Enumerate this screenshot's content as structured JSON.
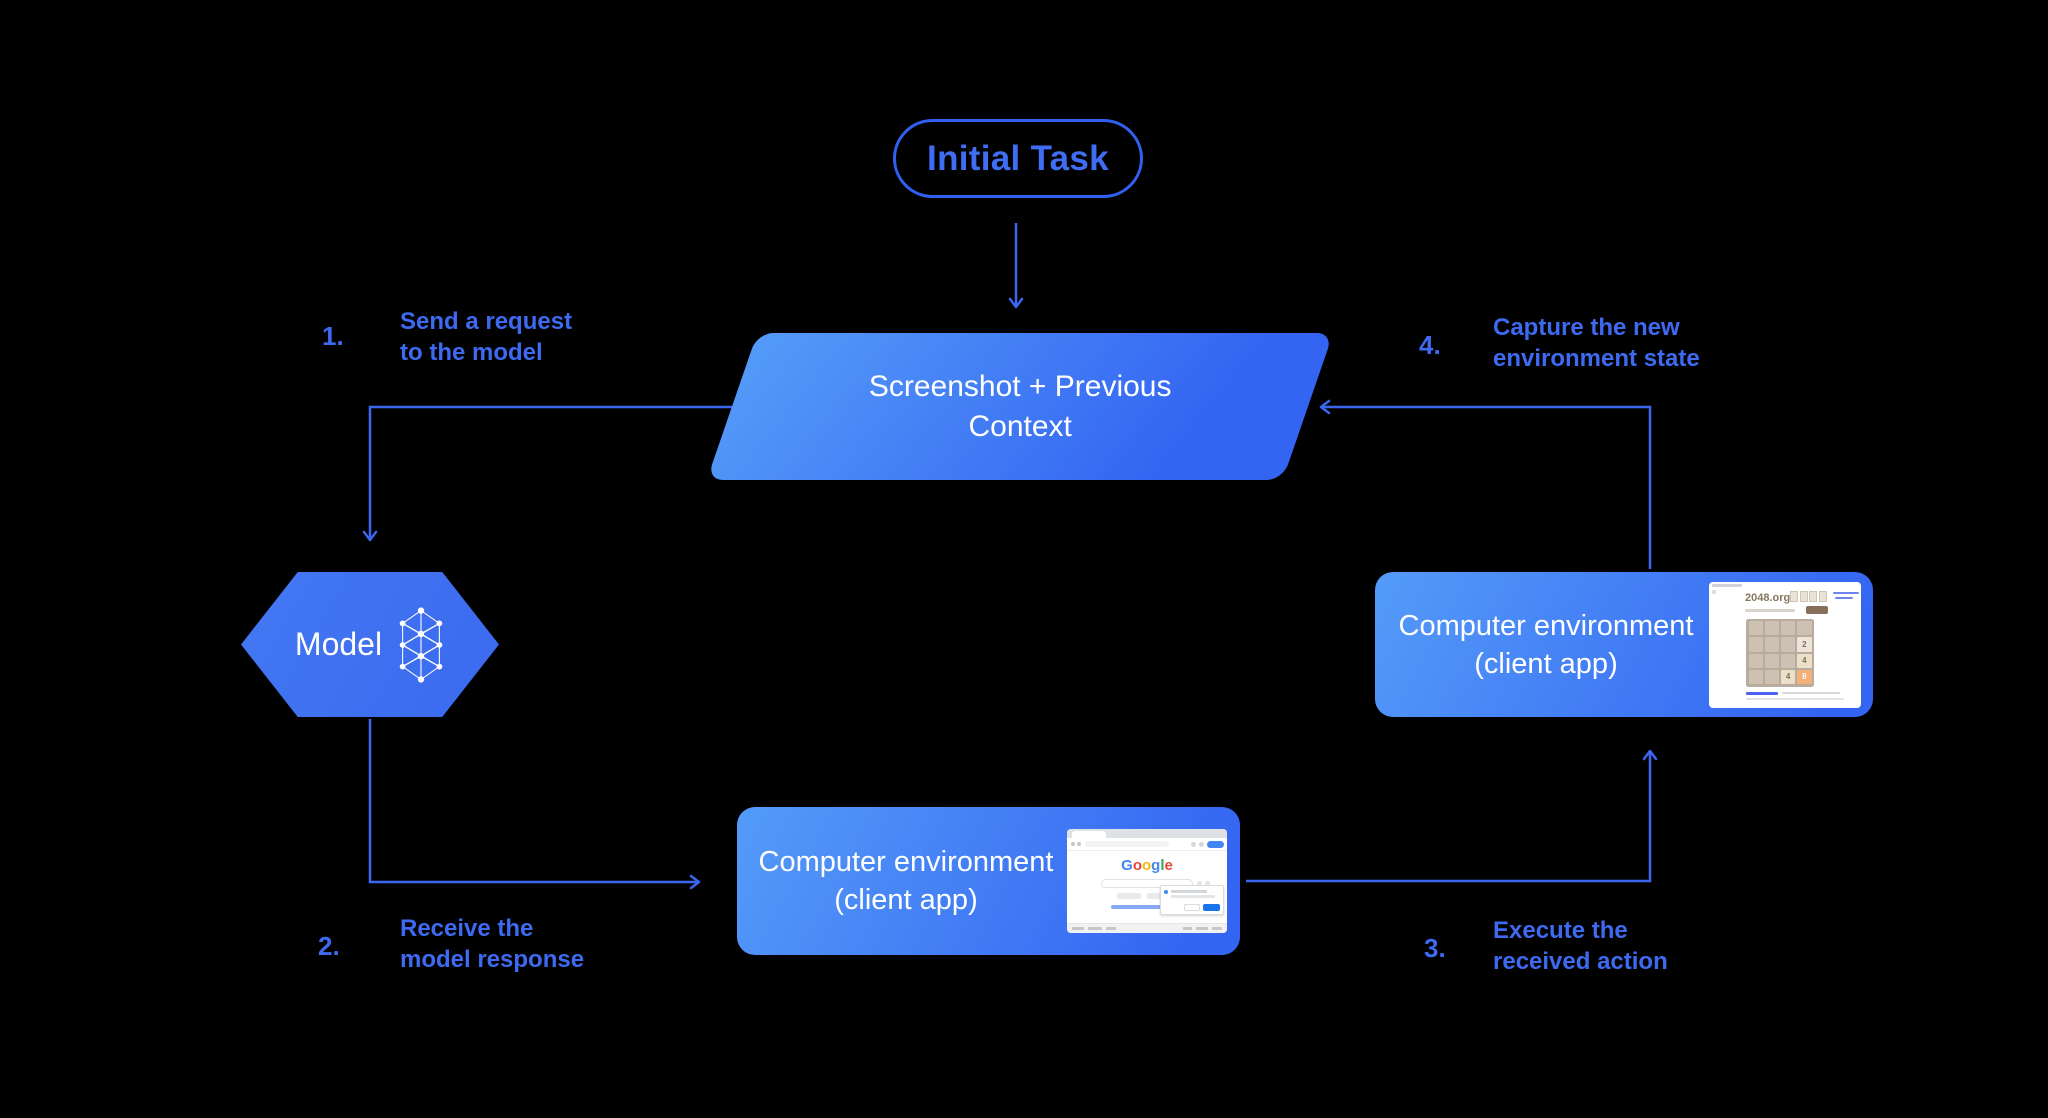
{
  "palette": {
    "bg": "#000000",
    "accent": "#3c66ef",
    "label": "#3d6af1",
    "pill_border": "#3160f0",
    "pill_text": "#3f6ef4",
    "grad_light": "#549bf8",
    "grad_deep": "#3465f2",
    "hex_fill": "#3b69ee"
  },
  "initial_task": {
    "label": "Initial Task"
  },
  "screenshot_node": {
    "line1": "Screenshot + Previous",
    "line2": "Context"
  },
  "model_node": {
    "label": "Model"
  },
  "env_bottom": {
    "line1": "Computer environment",
    "line2": "(client app)"
  },
  "env_right": {
    "line1": "Computer environment",
    "line2": "(client app)"
  },
  "steps": [
    {
      "num": "1.",
      "line1": "Send a request",
      "line2": "to the model"
    },
    {
      "num": "2.",
      "line1": "Receive the",
      "line2": "model response"
    },
    {
      "num": "3.",
      "line1": "Execute the",
      "line2": "received action"
    },
    {
      "num": "4.",
      "line1": "Capture the new",
      "line2": "environment state"
    }
  ],
  "google_screenshot": {
    "logo_letters": [
      {
        "ch": "G",
        "color": "#4285F4"
      },
      {
        "ch": "o",
        "color": "#EA4335"
      },
      {
        "ch": "o",
        "color": "#FBBC05"
      },
      {
        "ch": "g",
        "color": "#4285F4"
      },
      {
        "ch": "l",
        "color": "#34A853"
      },
      {
        "ch": "e",
        "color": "#EA4335"
      }
    ],
    "signin_button_color": "#4285f4",
    "dialog_button_color": "#1a73e8"
  },
  "game_screenshot": {
    "site": "2048.org",
    "board_color": "#b9ab9d",
    "cell_color": "#cdc1b4",
    "grid": [
      null,
      null,
      null,
      null,
      null,
      null,
      null,
      {
        "v": "2",
        "bg": "#eee4da",
        "fg": "#776e65"
      },
      null,
      null,
      null,
      {
        "v": "4",
        "bg": "#ede0c8",
        "fg": "#776e65"
      },
      null,
      null,
      {
        "v": "4",
        "bg": "#ede0c8",
        "fg": "#776e65"
      },
      {
        "v": "8",
        "bg": "#f2b179",
        "fg": "#f9f6f2"
      }
    ]
  }
}
